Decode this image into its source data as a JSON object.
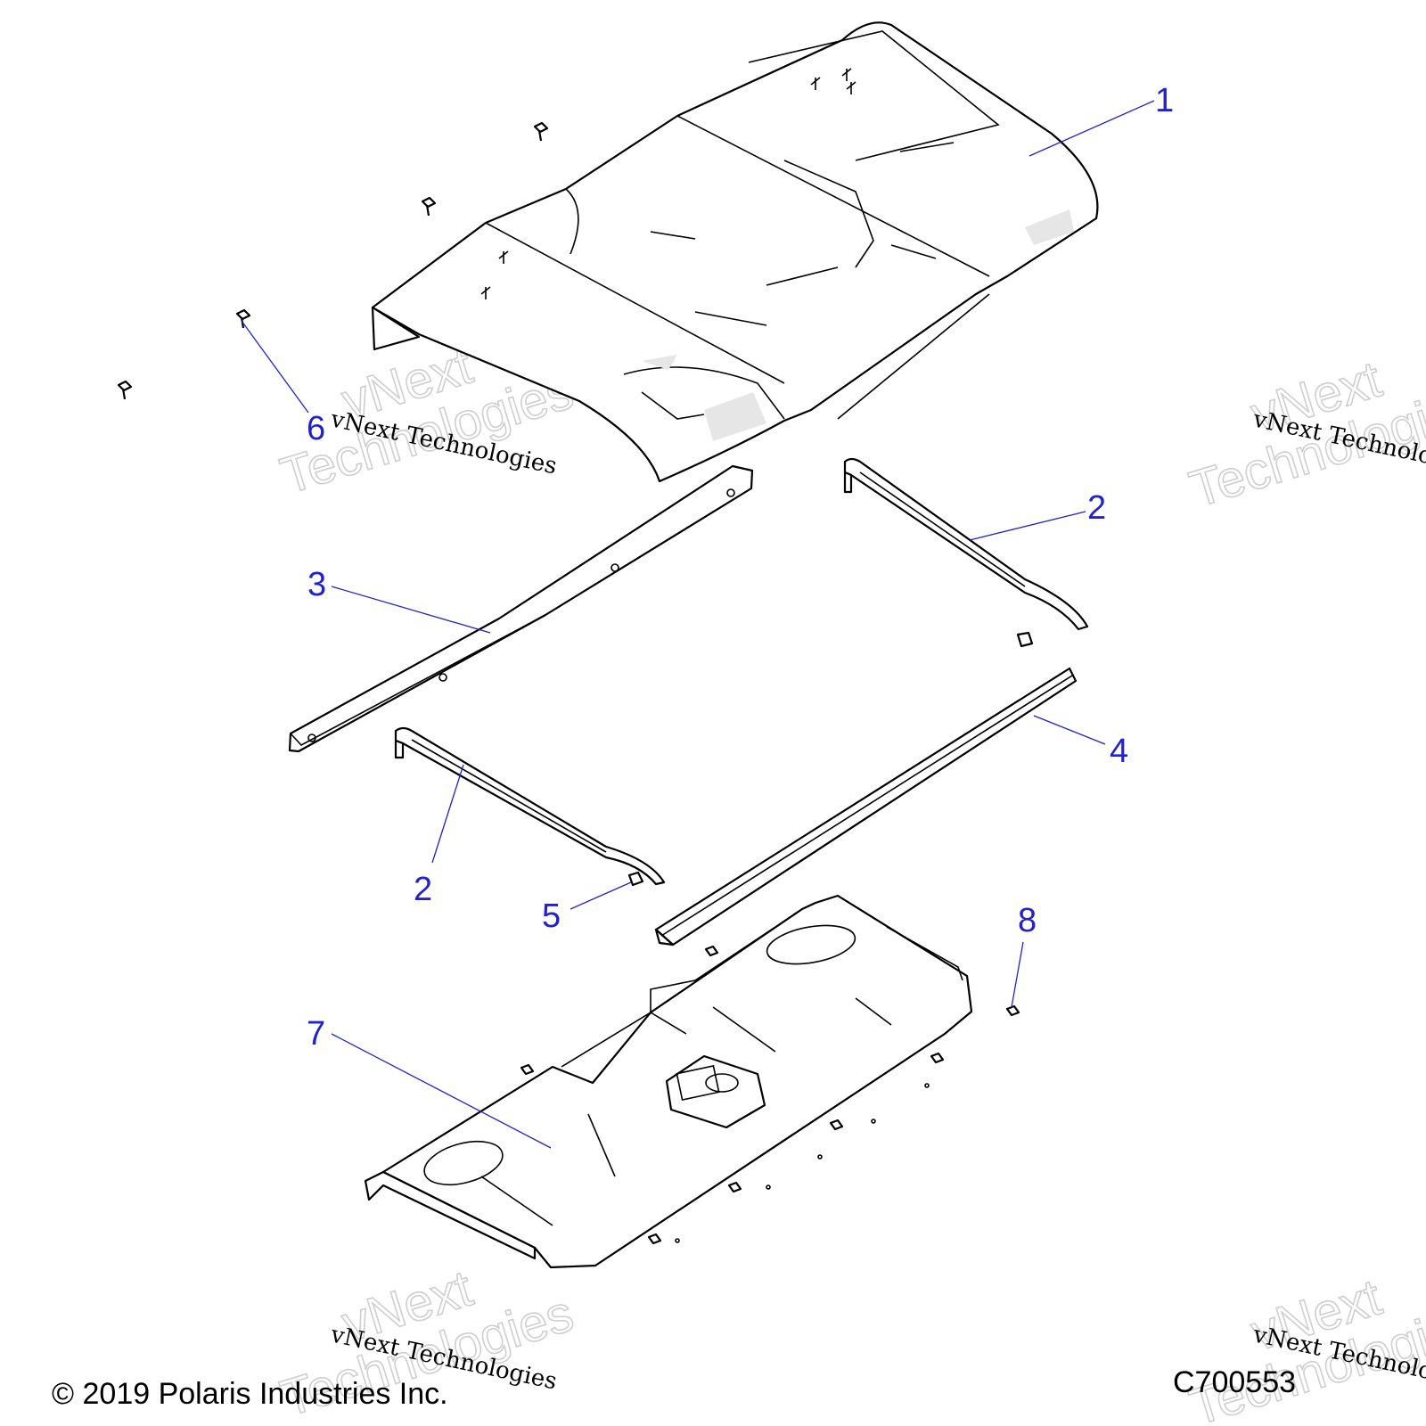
{
  "diagram": {
    "callouts": [
      "1",
      "2",
      "2",
      "3",
      "4",
      "5",
      "6",
      "7",
      "8"
    ],
    "colors": {
      "callout": "#2222cc",
      "linework": "#000000",
      "watermark": "#cfcfcf"
    }
  },
  "watermark": {
    "line1": "vNext",
    "line2": "Technologies",
    "caption": "vNext Technologies"
  },
  "footer": {
    "copyright": "© 2019 Polaris Industries Inc.",
    "code": "C700553"
  }
}
